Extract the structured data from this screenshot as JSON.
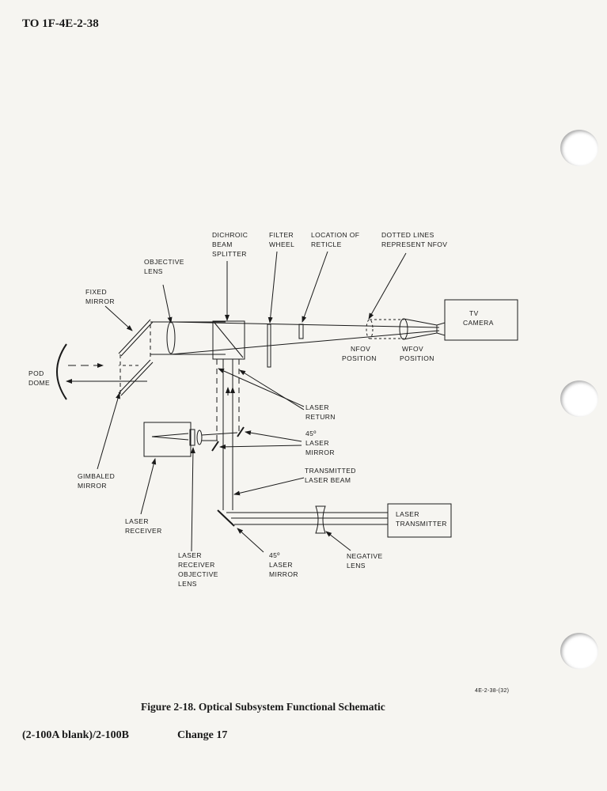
{
  "header": {
    "doc_number": "TO 1F-4E-2-38"
  },
  "diagram": {
    "labels": {
      "pod_dome": [
        "POD",
        "DOME"
      ],
      "fixed_mirror": [
        "FIXED",
        "MIRROR"
      ],
      "objective_lens": [
        "OBJECTIVE",
        "LENS"
      ],
      "dichroic": [
        "DICHROIC",
        "BEAM",
        "SPLITTER"
      ],
      "filter_wheel": [
        "FILTER",
        "WHEEL"
      ],
      "reticle": [
        "LOCATION OF",
        "RETICLE"
      ],
      "dotted_lines": [
        "DOTTED LINES",
        "REPRESENT NFOV"
      ],
      "tv_camera": [
        "TV",
        "CAMERA"
      ],
      "nfov": [
        "NFOV",
        "POSITION"
      ],
      "wfov": [
        "WFOV",
        "POSITION"
      ],
      "laser_return": [
        "LASER",
        "RETURN"
      ],
      "laser_mirror_upper": [
        "45º",
        "LASER",
        "MIRROR"
      ],
      "transmitted": [
        "TRANSMITTED",
        "LASER BEAM"
      ],
      "gimbaled_mirror": [
        "GIMBALED",
        "MIRROR"
      ],
      "laser_receiver": [
        "LASER",
        "RECEIVER"
      ],
      "laser_transmitter": [
        "LASER",
        "TRANSMITTER"
      ],
      "receiver_obj_lens": [
        "LASER",
        "RECEIVER",
        "OBJECTIVE",
        "LENS"
      ],
      "laser_mirror_lower": [
        "45º",
        "LASER",
        "MIRROR"
      ],
      "negative_lens": [
        "NEGATIVE",
        "LENS"
      ]
    }
  },
  "figure_code": "4E-2-38-(32)",
  "caption": "Figure 2-18. Optical Subsystem Functional Schematic",
  "footer": {
    "page": "(2-100A blank)/2-100B",
    "change": "Change 17"
  }
}
